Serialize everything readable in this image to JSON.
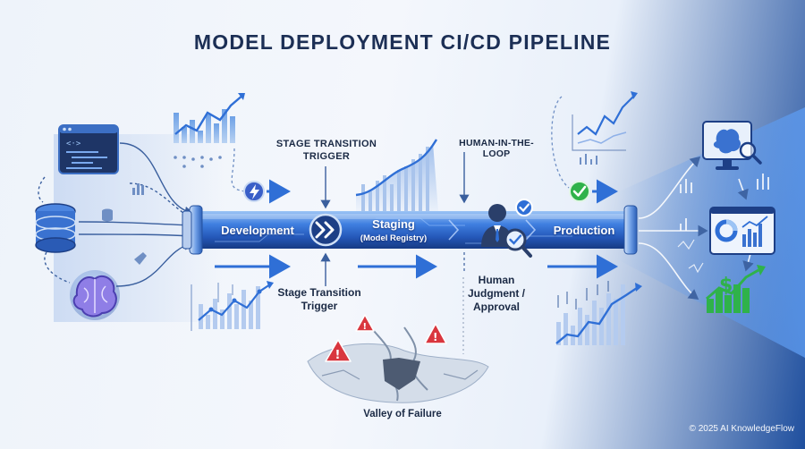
{
  "title": "MODEL DEPLOYMENT CI/CD PIPELINE",
  "labels": {
    "stage_transition_top": "STAGE TRANSITION\nTRIGGER",
    "human_in_the_loop": "HUMAN-IN-THE-LOOP",
    "development": "Development",
    "staging": "Staging",
    "staging_sub": "(Model Registry)",
    "production": "Production",
    "stage_transition_bottom": "Stage Transition\nTrigger",
    "human_judgment": "Human\nJudgment /\nApproval",
    "valley_of_failure": "Valley of Failure",
    "copyright": "© 2025 AI KnowledgeFlow"
  },
  "icons": {
    "code": "code-window-icon",
    "database": "database-icon",
    "brain": "brain-icon",
    "lightning": "lightning-icon",
    "fast_forward": "fast-forward-icon",
    "human": "human-reviewer-icon",
    "check": "check-circle-icon",
    "magnifier": "magnifier-icon",
    "warning": "warning-icon",
    "dollar": "dollar-icon",
    "monitor": "monitor-brain-icon",
    "dashboard": "dashboard-icon"
  },
  "colors": {
    "pipe": "#2f6fd6",
    "pipe_dark": "#1d3f86",
    "accent": "#3b7ddd",
    "check_green": "#2fb24a",
    "warning_red": "#d9363e",
    "text_dark": "#1c2f55"
  }
}
